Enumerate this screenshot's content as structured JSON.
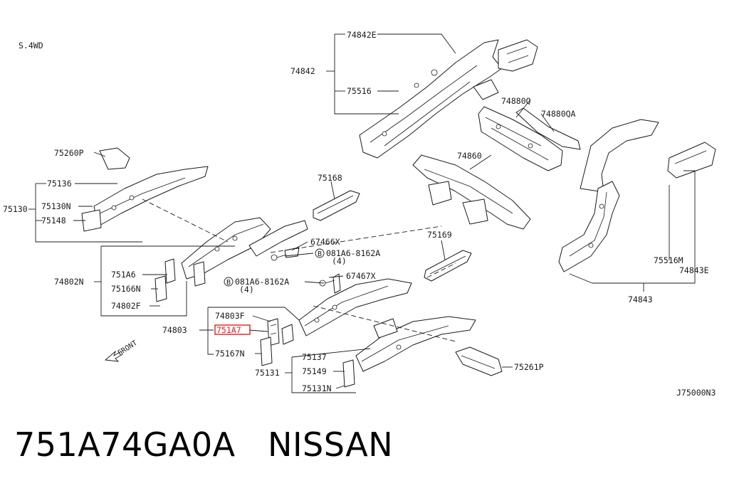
{
  "diagram": {
    "variant": "S.4WD",
    "reference_code": "J75000N3",
    "direction_label": "FRONT",
    "highlight_color": "#e02020",
    "labels": {
      "p74842E": "74842E",
      "p74842": "74842",
      "p75516": "75516",
      "p74880Q": "74880Q",
      "p74880QA": "74880QA",
      "p75260P": "75260P",
      "p75136": "75136",
      "p75130": "75130",
      "p75130N": "75130N",
      "p75148": "75148",
      "p75168": "75168",
      "p74860": "74860",
      "p67466X": "67466X",
      "p081A6a": "081A6-8162A",
      "qty4a": "(4)",
      "p081A6b": "081A6-8162A",
      "qty4b": "(4)",
      "p67467X": "67467X",
      "p751A6": "751A6",
      "p74802N": "74802N",
      "p75166N": "75166N",
      "p74802F": "74802F",
      "p75169": "75169",
      "p75516M": "75516M",
      "p74843E": "74843E",
      "p74843": "74843",
      "p74803F": "74803F",
      "p74803": "74803",
      "p751A7": "751A7",
      "p75167N": "75167N",
      "p75137": "75137",
      "p75131": "75131",
      "p75149": "75149",
      "p75131N": "75131N",
      "p75261P": "75261P",
      "bolt_symbol": "B"
    }
  },
  "caption": {
    "part_number": "751A74GA0A",
    "brand": "NISSAN"
  }
}
